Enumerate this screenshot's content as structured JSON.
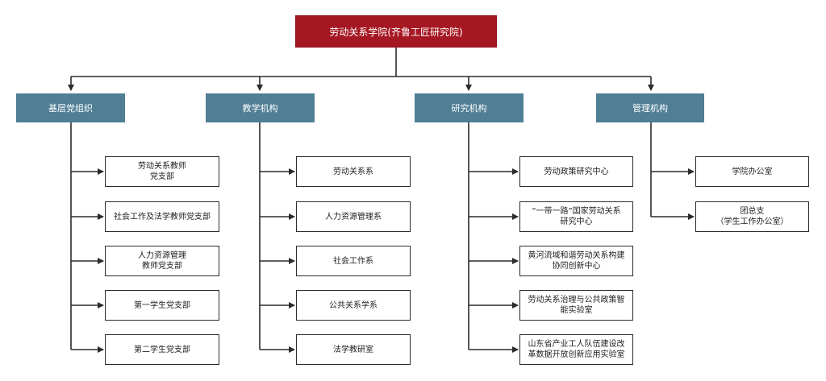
{
  "root": {
    "label": "劳动关系学院(齐鲁工匠研究院)"
  },
  "colors": {
    "root": "#a51722",
    "category": "#4f7e95",
    "line": "#2b2b2b"
  },
  "categories": [
    {
      "label": "基层党组织",
      "children": [
        "劳动关系教师\n党支部",
        "社会工作及法学教师党支部",
        "人力资源管理\n教师党支部",
        "第一学生党支部",
        "第二学生党支部"
      ]
    },
    {
      "label": "教学机构",
      "children": [
        "劳动关系系",
        "人力资源管理系",
        "社会工作系",
        "公共关系学系",
        "法学教研室"
      ]
    },
    {
      "label": "研究机构",
      "children": [
        "劳动政策研究中心",
        "“一带一路”国家劳动关系\n研究中心",
        "黄河流域和谐劳动关系构建\n协同创新中心",
        "劳动关系治理与公共政策智\n能实验室",
        "山东省产业工人队伍建设改\n革数据开放创新应用实验室"
      ]
    },
    {
      "label": "管理机构",
      "children": [
        "学院办公室",
        "团总支\n（学生工作办公室）"
      ]
    }
  ]
}
